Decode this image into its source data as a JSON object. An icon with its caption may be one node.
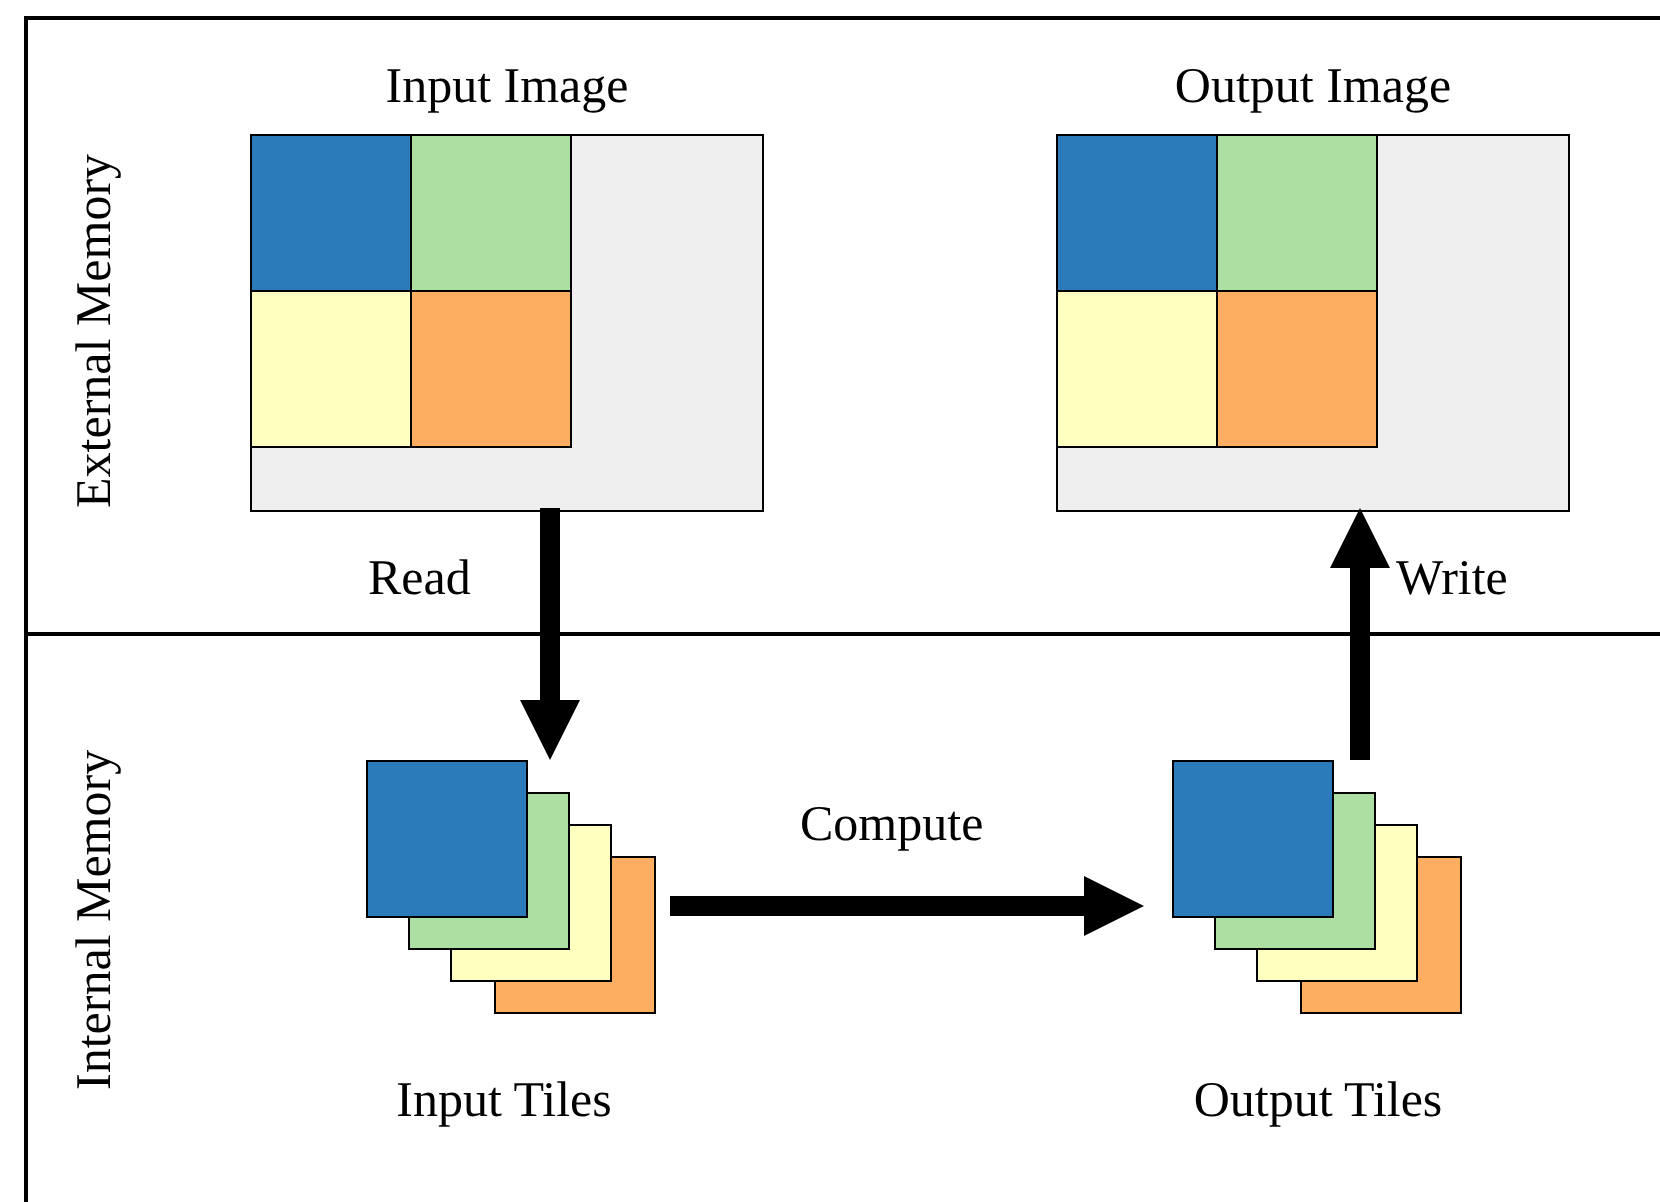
{
  "diagram": {
    "nodes": [
      {
        "text": [
          "External Memory"
        ]
      },
      {
        "text": [
          "Internal Memory"
        ]
      },
      {
        "text": [
          "Input Image"
        ],
        "in": 0
      },
      {
        "text": [
          "Output Image"
        ],
        "in": 0
      },
      {
        "text": [
          "Input Tiles"
        ],
        "in": 1
      },
      {
        "text": [
          "Output Tiles"
        ],
        "in": 1
      }
    ],
    "edges": [
      {
        "from": 2,
        "to": 4,
        "arrow": "to",
        "label": "Read"
      },
      {
        "from": 4,
        "to": 5,
        "arrow": "to",
        "label": "Compute"
      },
      {
        "from": 5,
        "to": 3,
        "arrow": "to",
        "label": "Write"
      }
    ]
  }
}
